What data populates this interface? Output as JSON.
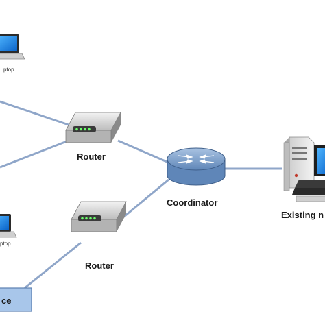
{
  "colors": {
    "link": "#8fa6c9",
    "router_body": "#d9d9d9",
    "coordinator_body": "#7d9fc9",
    "device_box": "#a8c6ea"
  },
  "labels": {
    "router_top": "Router",
    "router_bottom": "Router",
    "coordinator": "Coordinator",
    "existing": "Existing n",
    "laptop_top": "ptop",
    "laptop_bottom": "ptop",
    "device_box": "ce"
  },
  "icons": {
    "router_top": "router-icon",
    "router_bottom": "router-icon",
    "coordinator": "coordinator-router-icon",
    "existing": "desktop-computer-icon",
    "laptop_top": "laptop-icon",
    "laptop_bottom": "laptop-icon"
  }
}
